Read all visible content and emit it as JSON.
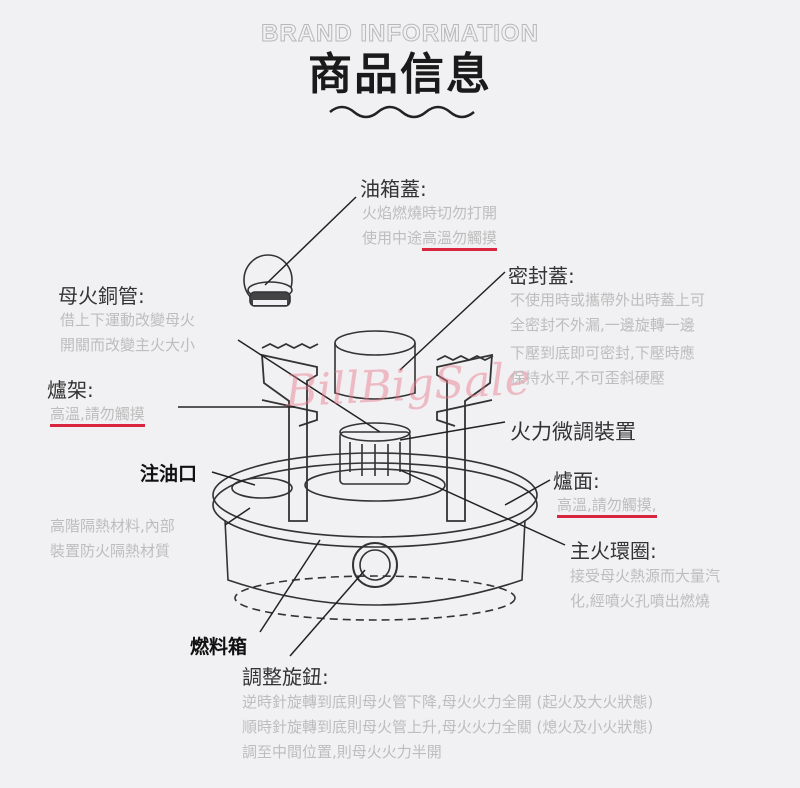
{
  "header": {
    "brand": "BRAND INFORMATION",
    "title": "商品信息"
  },
  "watermark": "BillBigSale",
  "parts": {
    "tank_cap": {
      "label": "油箱蓋:",
      "desc": [
        "火焰燃燒時切勿打開",
        "使用中途"
      ],
      "warning": "高溫勿觸摸"
    },
    "seal_cap": {
      "label": "密封蓋:",
      "desc": [
        "不使用時或攜帶外出時蓋上可",
        "全密封不外漏,一邊旋轉一邊",
        "下壓到底即可密封,下壓時應",
        "保持水平,不可歪斜硬壓"
      ]
    },
    "pilot_tube": {
      "label": "母火銅管:",
      "desc": [
        "借上下運動改變母火",
        "開關而改變主火大小"
      ]
    },
    "stand": {
      "label": "爐架:",
      "warning": "高溫,請勿觸摸"
    },
    "fine_adjust": {
      "label": "火力微調裝置"
    },
    "fill_port": {
      "label": "注油口"
    },
    "insulation": {
      "desc": [
        "高階隔熱材料,內部",
        "裝置防火隔熱材質"
      ]
    },
    "stove_top": {
      "label": "爐面:",
      "warning": "高溫,請勿觸摸,"
    },
    "main_ring": {
      "label": "主火環圈:",
      "desc": [
        "接受母火熱源而大量汽",
        "化,經噴火孔噴出燃燒"
      ]
    },
    "fuel_tank": {
      "label": "燃料箱"
    },
    "knob": {
      "label": "調整旋鈕:",
      "desc": [
        "逆時針旋轉到底則母火管下降,母火火力全開 (起火及大火狀態)",
        "順時針旋轉到底則母火管上升,母火火力全關 (熄火及小火狀態)",
        "調至中間位置,則母火火力半開"
      ]
    }
  },
  "colors": {
    "warning_underline": "#d7263d",
    "background": "#f1f1f3"
  }
}
